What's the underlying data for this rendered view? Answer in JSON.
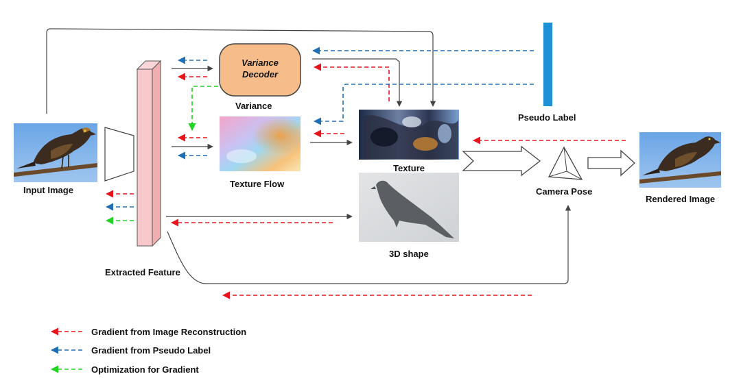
{
  "labels": {
    "input_image": "Input Image",
    "extracted_feature": "Extracted Feature",
    "variance_decoder_line1": "Variance",
    "variance_decoder_line2": "Decoder",
    "variance": "Variance",
    "texture_flow": "Texture Flow",
    "texture": "Texture",
    "shape_3d": "3D shape",
    "pseudo_label": "Pseudo Label",
    "camera_pose": "Camera Pose",
    "rendered_image": "Rendered Image"
  },
  "legend": [
    {
      "color": "#e8141c",
      "text": "Gradient from Image Reconstruction"
    },
    {
      "color": "#1f6fb6",
      "text": "Gradient from Pseudo Label"
    },
    {
      "color": "#21d421",
      "text": "Optimization for Gradient"
    }
  ],
  "colors": {
    "red": "#e8141c",
    "blue": "#1f6fb6",
    "green": "#21d421",
    "decoder_fill": "#f6bd8a",
    "feature_fill": "#f8c8ca",
    "pseudo_bar": "#1e90d6"
  }
}
